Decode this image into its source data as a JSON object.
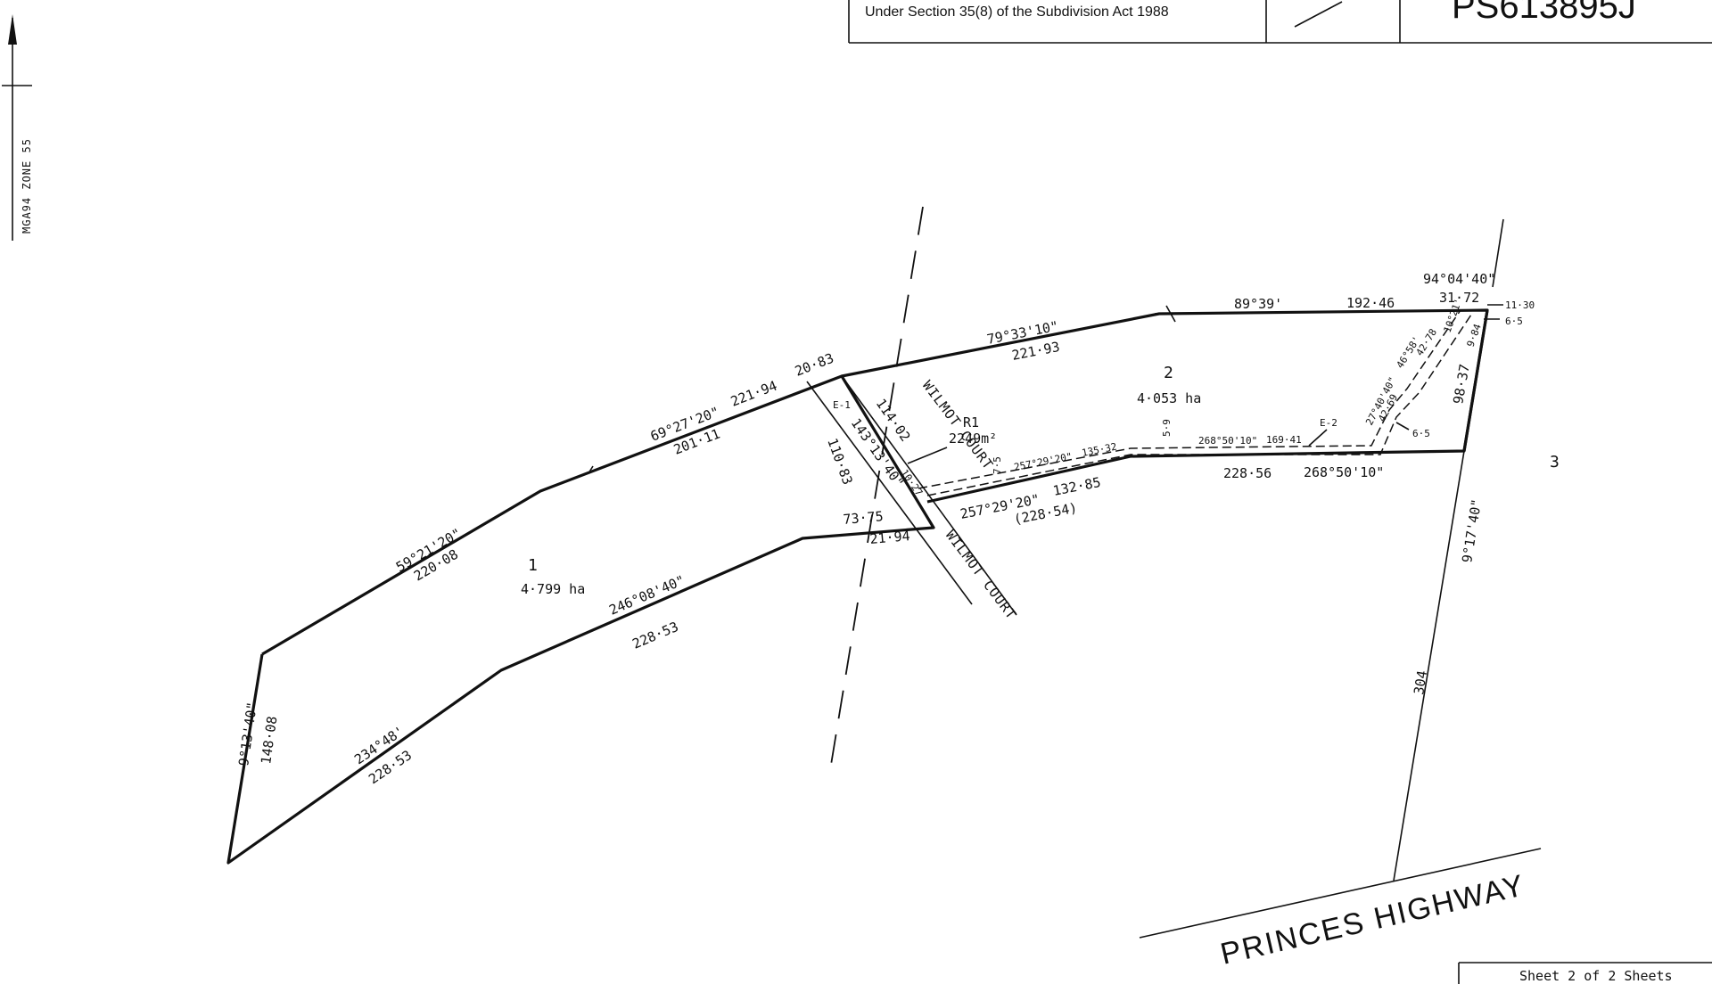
{
  "header": {
    "certification_text": "Under Section 35(8) of the Subdivision Act 1988",
    "plan_number": "PS613895J"
  },
  "north_arrow": {
    "datum_label": "MGA94  ZONE 55"
  },
  "lots": [
    {
      "number": "1",
      "area": "4·799 ha"
    },
    {
      "number": "2",
      "area": "4·053 ha"
    },
    {
      "number": "3"
    }
  ],
  "reserve": {
    "name": "R1",
    "area": "2249m²"
  },
  "roads": {
    "wilmot_court_label": "WILMOT COURT",
    "princes_highway_label": "PRINCES HIGHWAY"
  },
  "boundary_labels": {
    "lot1_west_bearing": "9°13'40\"",
    "lot1_west_distance": "148·08",
    "lot1_nw_bearing": "59°21'20\"",
    "lot1_nw_distance": "220·08",
    "lot1_n_bearing": "69°27'20\"",
    "lot1_n_distance_1": "221·94",
    "lot1_n_distance_2": "201·11",
    "lot1_ne_distance": "20·83",
    "lot1_sw_bearing": "234°48'",
    "lot1_sw_distance": "228·53",
    "lot1_s_bearing": "246°08'40\"",
    "lot1_s_distance": "228·53",
    "road_width_distance": "73·75",
    "road_corner_distance": "21·94",
    "road_west_distance": "110·83",
    "road_bearing": "143°13'40\"",
    "road_east_distance": "114·02",
    "road_small_distance": "10·27",
    "easement_e1": "E-1",
    "easement_e2": "E-2",
    "lot2_n_bearing": "79°33'10\"",
    "lot2_n_distance": "221·93",
    "lot2_ne_bearing": "89°39'",
    "lot2_ne_distance": "192·46",
    "lot2_corner_bearing": "94°04'40\"",
    "lot2_corner_distance": "31·72",
    "lot2_corner_offset_1": "11·30",
    "lot2_corner_offset_2": "6·5",
    "lot2_east_distance": "98·37",
    "lot2_east_small": "9·84",
    "lot2_diag_bearing": "46°58'",
    "lot2_diag_distance": "42·78",
    "lot2_diag_bearing_2": "10°21'",
    "lot2_inner_bearing": "27°40'40\"",
    "lot2_inner_distance": "42·69",
    "lot2_inner_offset": "6·5",
    "easement_bearing_1": "257°29'20\"",
    "easement_distance_1": "135·32",
    "easement_bearing_2": "268°50'10\"",
    "easement_distance_2": "169·41",
    "easement_width_1": "7·5",
    "easement_width_2": "5·9",
    "lot2_s_bearing_1": "257°29'20\"",
    "lot2_s_distance_1": "132·85",
    "lot2_s_distance_1b": "(228·54)",
    "lot2_s_distance_2": "228·56",
    "lot2_s_bearing_2": "268°50'10\"",
    "lot3_bearing": "9°17'40\"",
    "lot3_distance": "304"
  },
  "footer": {
    "sheet_text": "Sheet  2  of  2  Sheets"
  }
}
